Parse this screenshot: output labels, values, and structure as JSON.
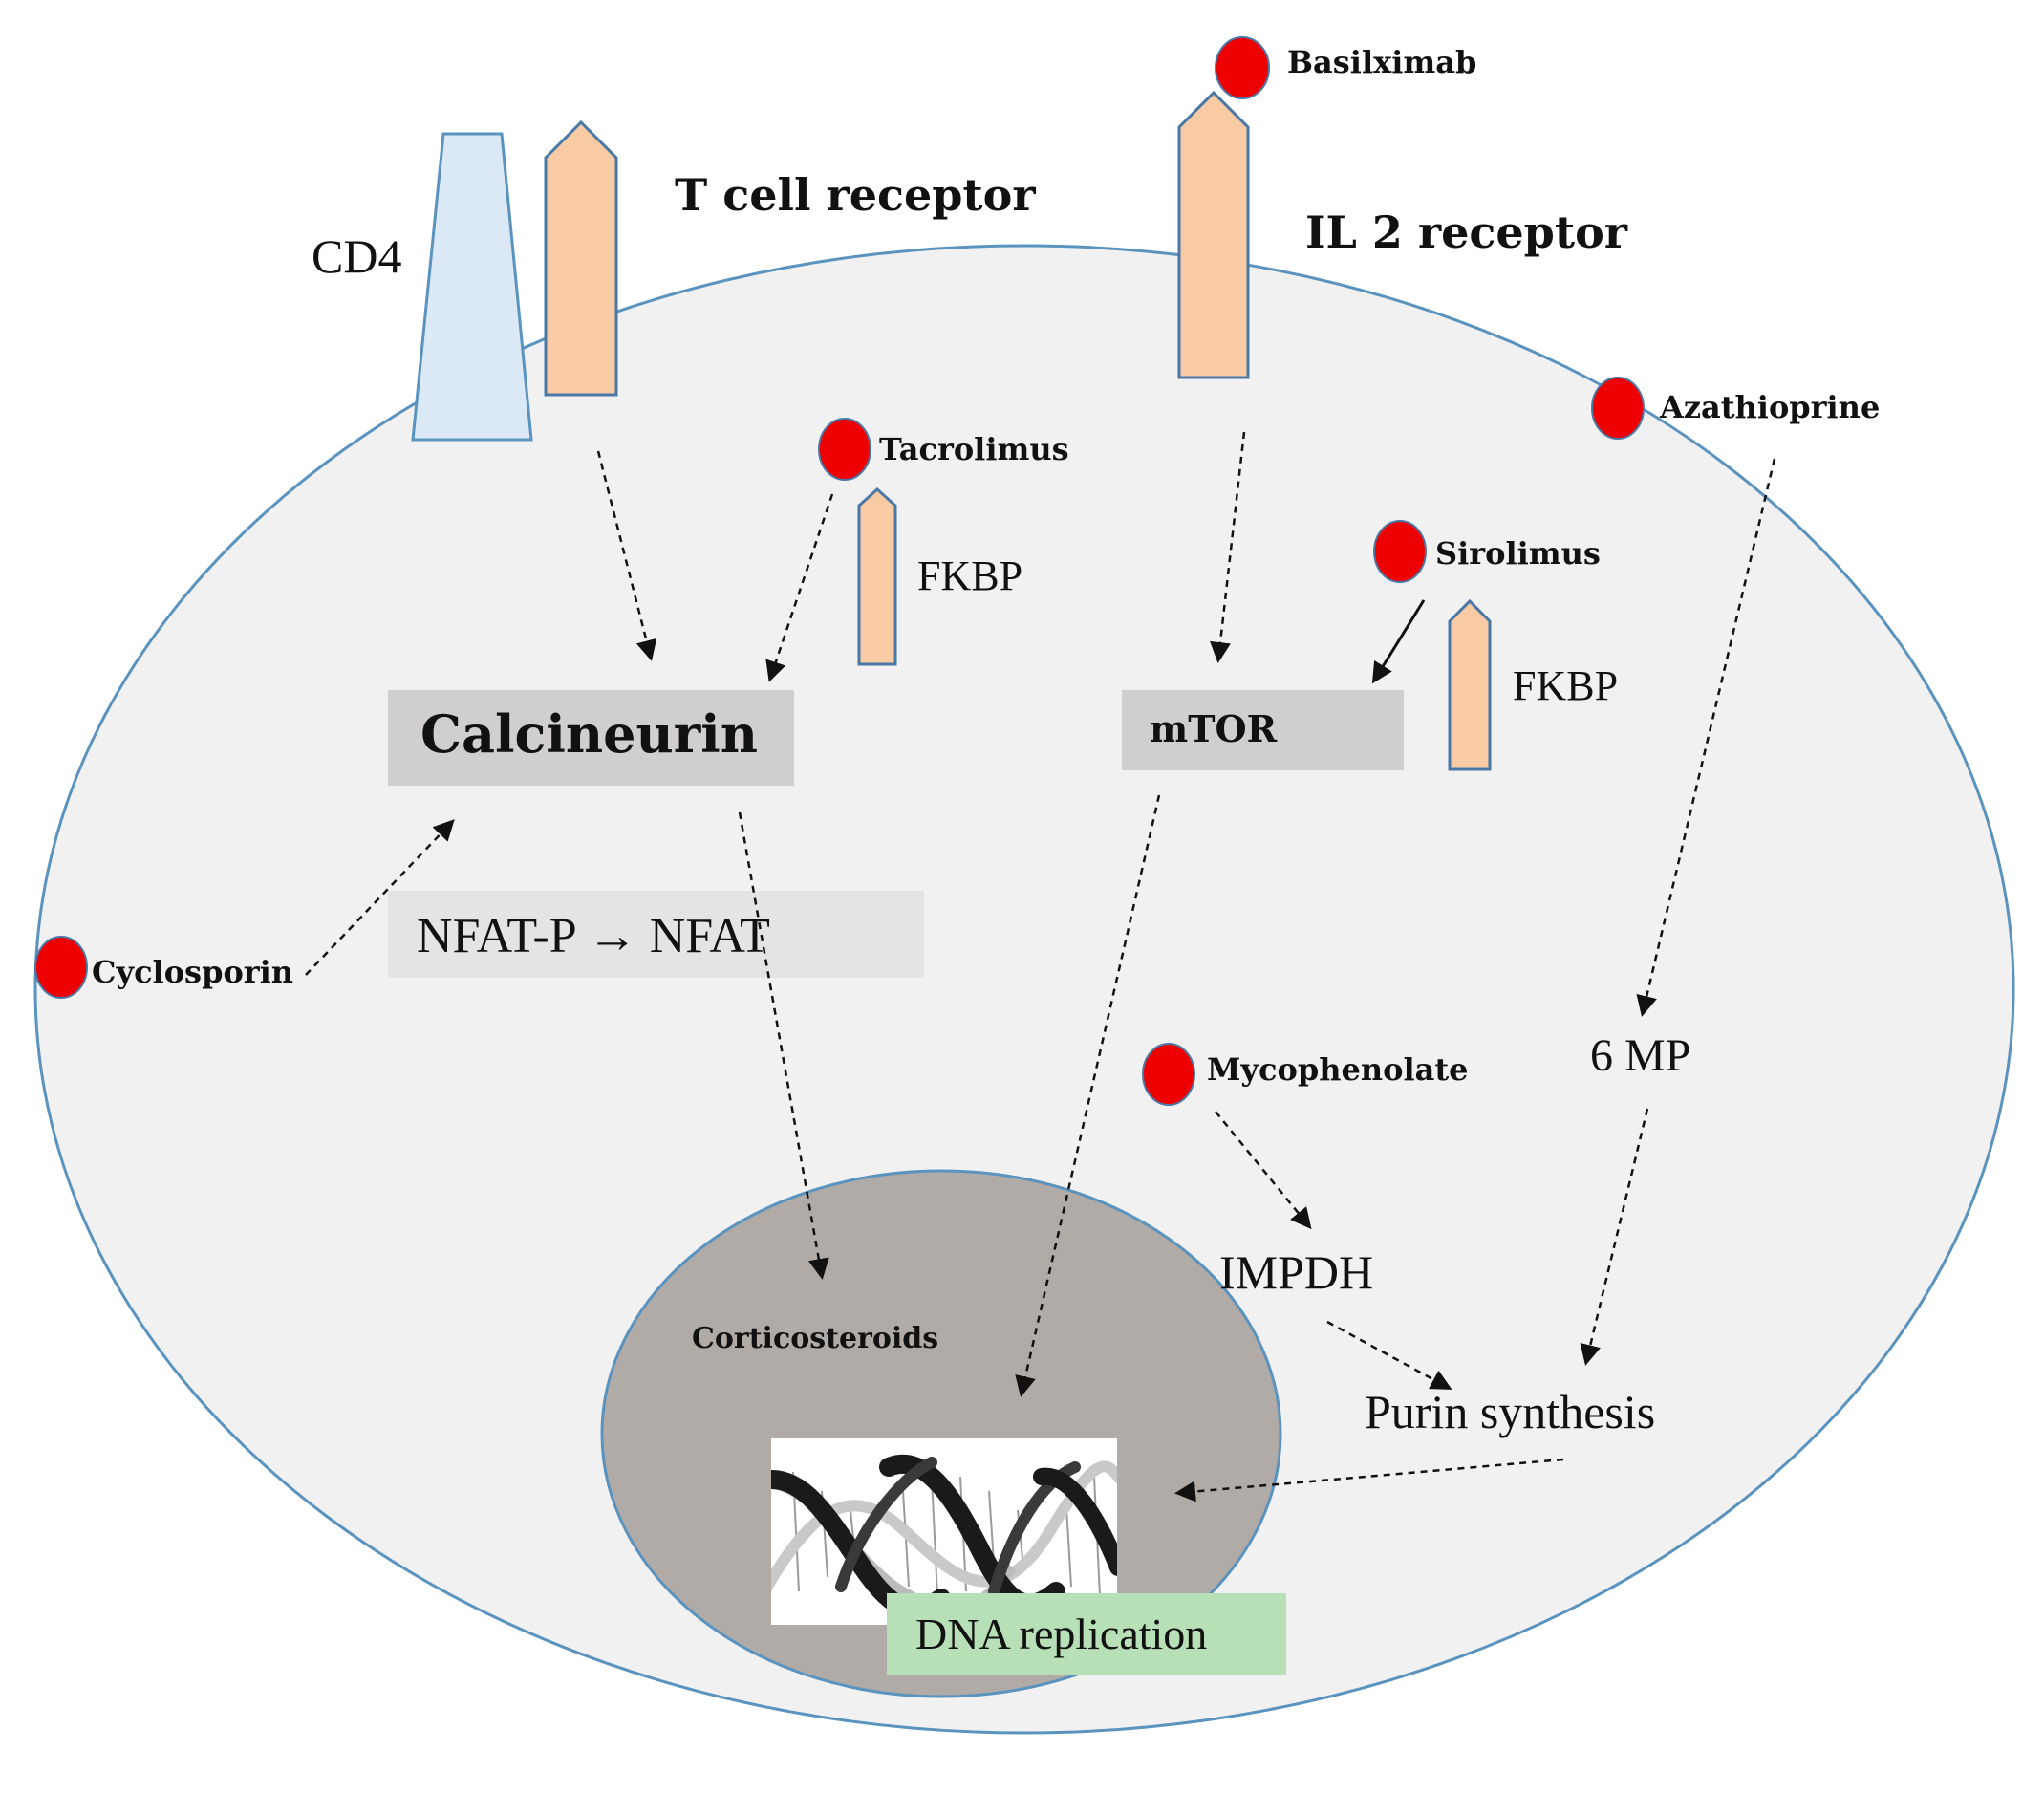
{
  "receptors": {
    "cd4": "CD4",
    "t_cell_receptor": "T cell receptor",
    "il2_receptor": "IL 2 receptor"
  },
  "drugs": {
    "basilximab": "Basilximab",
    "tacrolimus": "Tacrolimus",
    "sirolimus": "Sirolimus",
    "azathioprine": "Azathioprine",
    "cyclosporin": "Cyclosporin",
    "mycophenolate": "Mycophenolate",
    "corticosteroids": "Corticosteroids"
  },
  "molecules": {
    "fkbp_left": "FKBP",
    "fkbp_right": "FKBP",
    "calcineurin": "Calcineurin",
    "mtor": "mTOR",
    "nfat": "NFAT-P → NFAT",
    "six_mp": "6 MP",
    "impdh": "IMPDH",
    "purin_synthesis": "Purin synthesis",
    "dna_replication": "DNA replication"
  },
  "colors": {
    "cell_fill": "#f1f1f2",
    "cell_stroke": "#5b93bf",
    "nucleus_fill": "#b1aba8",
    "receptor_fill": "#f8cba5",
    "cd4_fill": "#dbe9f6",
    "drug_dot": "#ee0000",
    "box_fill": "#d0cece",
    "nfat_fill": "#e4e4e4",
    "dna_label_fill": "#b8e0b6"
  }
}
